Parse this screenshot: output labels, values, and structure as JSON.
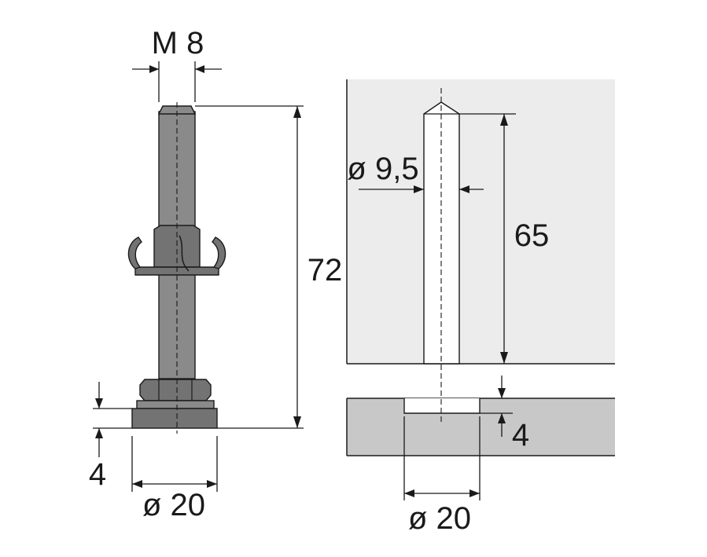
{
  "labels": {
    "thread": "M 8",
    "total_length": "72",
    "foot_height_left": "4",
    "foot_diameter": "ø 20",
    "pin_diameter": "ø 9,5",
    "pin_length": "65",
    "recess_depth": "4",
    "recess_diameter": "ø 20"
  },
  "colors": {
    "upper_panel": "#ececec",
    "lower_panel": "#c8c8c8",
    "metal": "#8a8a8a",
    "line": "#1a1a1a"
  }
}
